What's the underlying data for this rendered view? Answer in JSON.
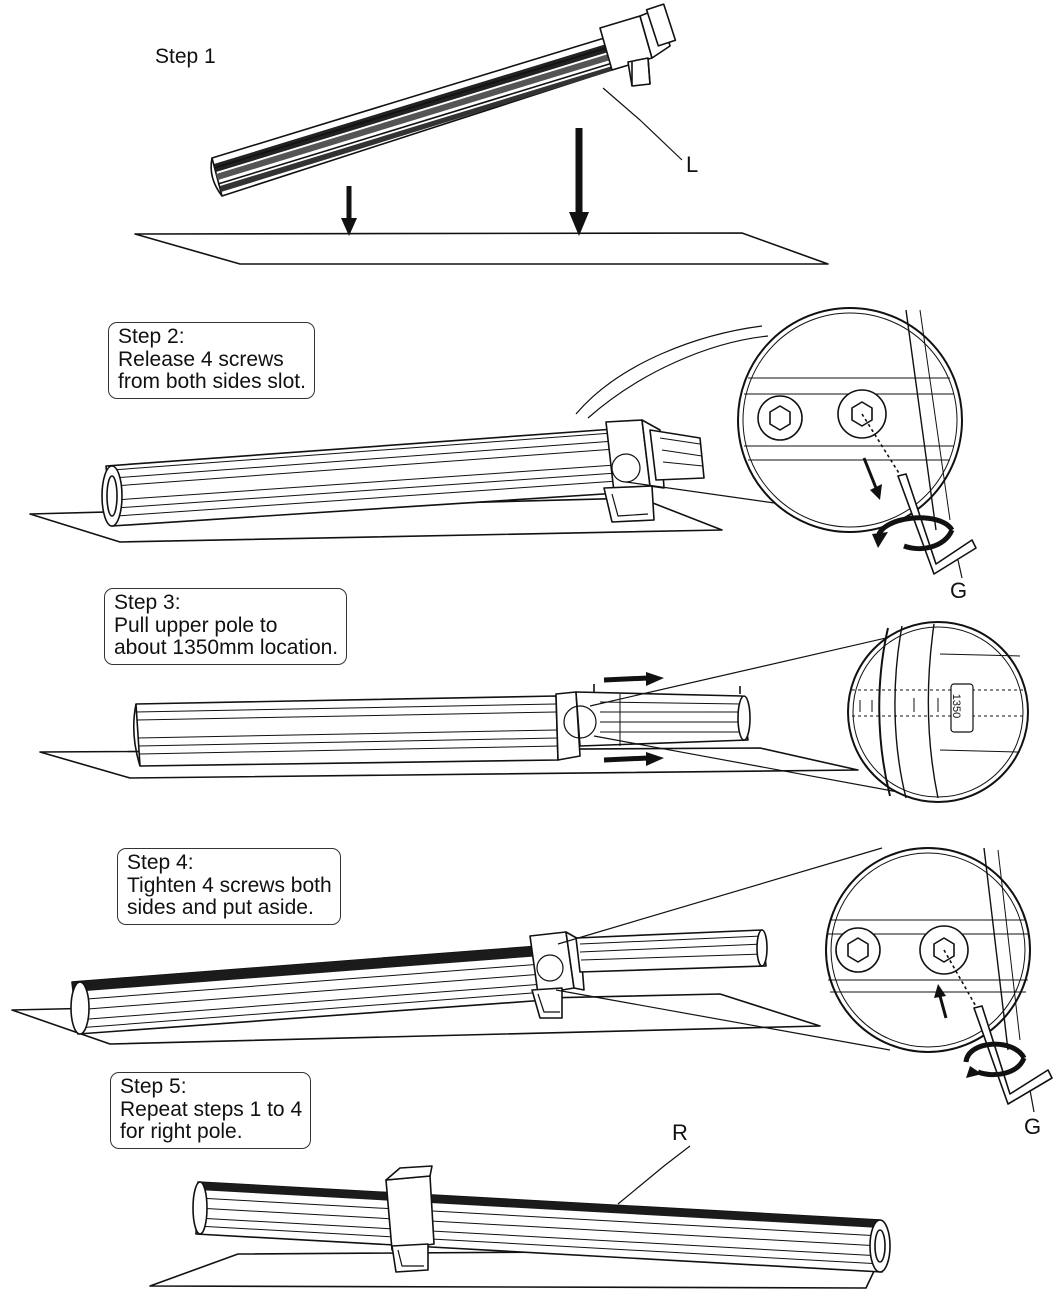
{
  "steps": [
    {
      "title": "Step 1",
      "lines": []
    },
    {
      "title": "Step 2:",
      "lines": [
        "Release 4 screws",
        "from both sides slot."
      ]
    },
    {
      "title": "Step 3:",
      "lines": [
        "Pull upper pole to",
        "about 1350mm location."
      ]
    },
    {
      "title": "Step 4:",
      "lines": [
        "Tighten 4 screws both",
        "sides and put aside."
      ]
    },
    {
      "title": "Step 5:",
      "lines": [
        "Repeat steps 1 to 4",
        "for right pole."
      ]
    }
  ],
  "part_labels": {
    "left_pole": "L",
    "hex_key_step2": "G",
    "hex_key_step4": "G",
    "right_pole": "R"
  },
  "scale_mark": "1350"
}
